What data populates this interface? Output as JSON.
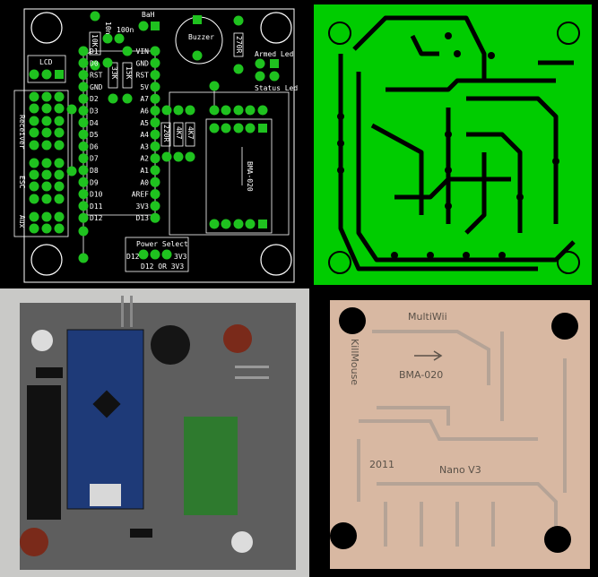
{
  "layout_view": {
    "lcd_label": "LCD",
    "receiver_label": "Receiver",
    "esc_label": "ESC",
    "aux_label": "Aux",
    "buzzer_label": "Buzzer",
    "armed_led_label": "Armed Led",
    "status_led_label": "Status Led",
    "power_select_label": "Power Select",
    "power_option_left": "D12",
    "power_option_right": "3V3",
    "power_select_caption": "D12 OR 3V3",
    "bma_label": "BMA-020",
    "cap_10n": "10n",
    "cap_100n": "100n",
    "res_10k": "10K",
    "res_33k": "33K",
    "res_15k": "15K",
    "res_220r": "220R",
    "res_4k7_a": "4K7",
    "res_4k7_b": "4K7",
    "res_270r": "270R",
    "header_label": "BaH",
    "nano_left_pins": [
      "D1",
      "D0",
      "RST",
      "GND",
      "D2",
      "D3",
      "D4",
      "D5",
      "D6",
      "D7",
      "D8",
      "D9",
      "D10",
      "D11",
      "D12"
    ],
    "nano_right_pins": [
      "VIN",
      "GND",
      "RST",
      "5V",
      "A7",
      "A6",
      "A5",
      "A4",
      "A3",
      "A2",
      "A1",
      "A0",
      "AREF",
      "3V3",
      "D13"
    ]
  },
  "copper_view": {
    "title": "MultiWii",
    "side_text": "KillMouse",
    "bma_text": "BMA-020",
    "year": "2011",
    "board_text": "Nano V3"
  },
  "colors": {
    "pad_green": "#1fc21f",
    "copper_green": "#00cc00",
    "copper_board": "#d8b8a2"
  }
}
